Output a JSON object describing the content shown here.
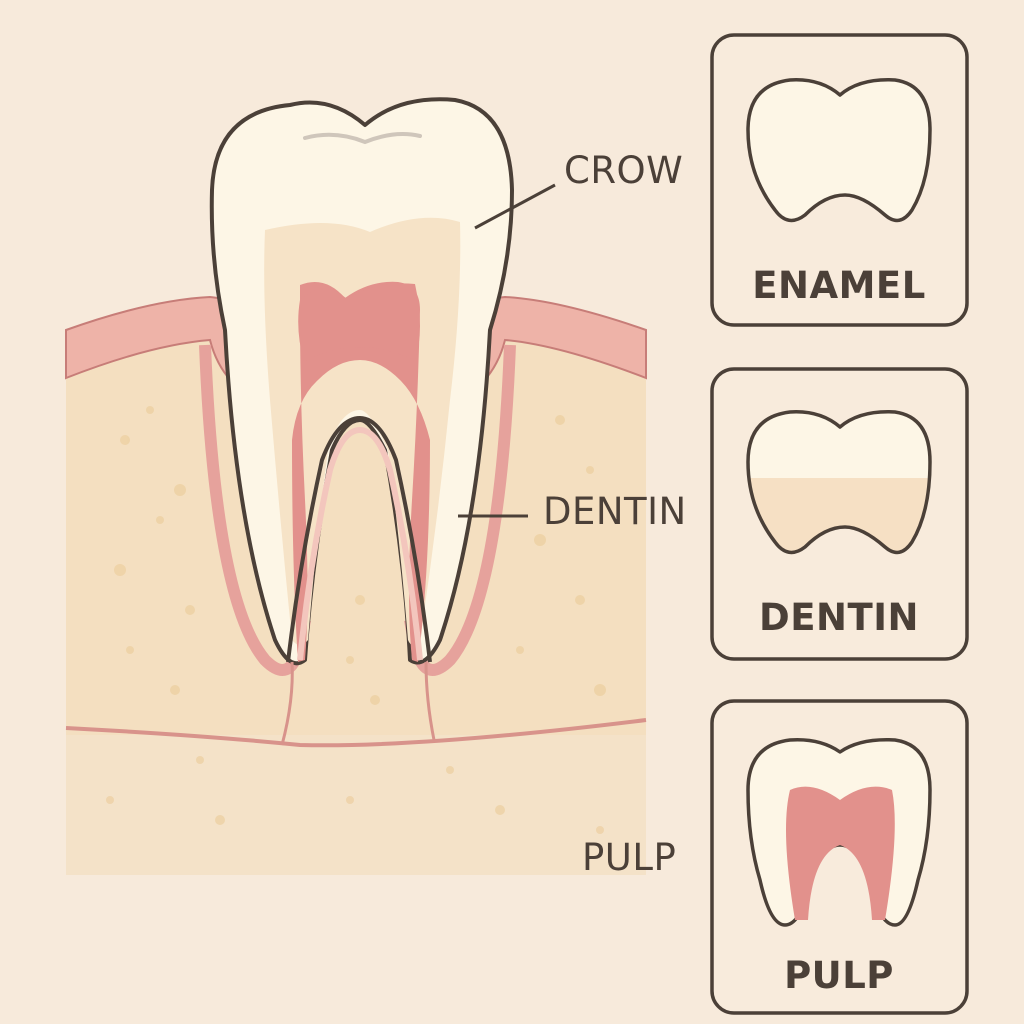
{
  "main_diagram": {
    "labels": {
      "crown": "CROW",
      "dentin": "DENTIN",
      "pulp": "PULP"
    }
  },
  "panels": [
    {
      "label": "ENAMEL"
    },
    {
      "label": "DENTIN"
    },
    {
      "label": "PULP"
    }
  ],
  "colors": {
    "background": "#f7eadb",
    "bone": "#f4dfc0",
    "gum": "#eeb3a8",
    "enamel": "#fdf6e6",
    "dentin": "#f6e3c7",
    "pulp": "#e2918c",
    "outline": "#4b4038"
  }
}
